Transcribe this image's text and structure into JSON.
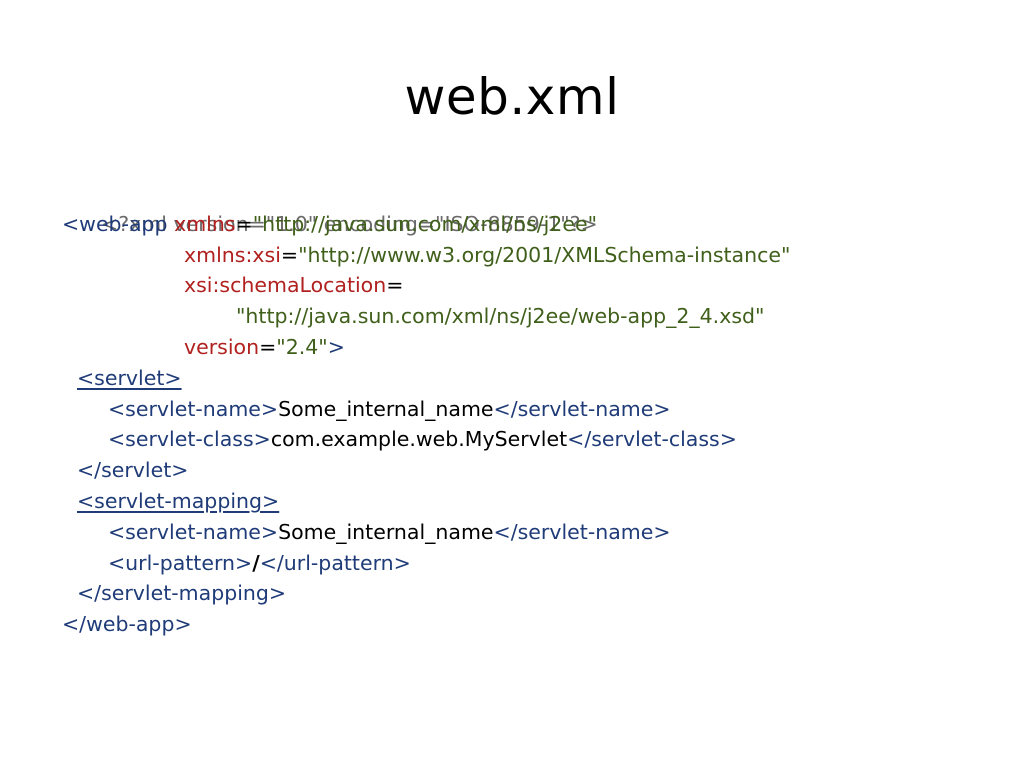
{
  "slide": {
    "title": "web.xml"
  },
  "code": {
    "line1": {
      "decl": "<?xml version=\"1.0\" encoding=\"ISO-8859-1\"?>"
    },
    "line2": {
      "open": "<web-app ",
      "attr": "xmlns",
      "eq": "=",
      "value": "\"http://java.sun.com/xml/ns/j2ee\""
    },
    "line3": {
      "attr": "xmlns:xsi",
      "eq": "=",
      "value": "\"http://www.w3.org/2001/XMLSchema-instance\""
    },
    "line4": {
      "attr": "xsi:schemaLocation",
      "eq": "="
    },
    "line5": {
      "value": "\"http://java.sun.com/xml/ns/j2ee/web-app_2_4.xsd\""
    },
    "line6": {
      "attr": "version",
      "eq": "=",
      "value": "\"2.4\"",
      "close": ">"
    },
    "line7": {
      "tag": "<servlet>"
    },
    "line8": {
      "open": "<servlet-name>",
      "text": "Some_internal_name",
      "close": "</servlet-name>"
    },
    "line9": {
      "open": "<servlet-class>",
      "text": "com.example.web.MyServlet",
      "close": "</servlet-class>"
    },
    "line10": {
      "tag": "</servlet>"
    },
    "line11": {
      "tag": "<servlet-mapping>"
    },
    "line12": {
      "open": "<servlet-name>",
      "text": "Some_internal_name",
      "close": "</servlet-name>"
    },
    "line13": {
      "open": "<url-pattern>",
      "text": "/",
      "close": "</url-pattern>"
    },
    "line14": {
      "tag": "</servlet-mapping>"
    },
    "line15": {
      "tag": "</web-app>"
    }
  },
  "colors": {
    "declaration": "#6b6b6b",
    "tag": "#1f3b78",
    "attribute": "#b0211f",
    "value": "#3f5f1a",
    "text": "#000000"
  }
}
